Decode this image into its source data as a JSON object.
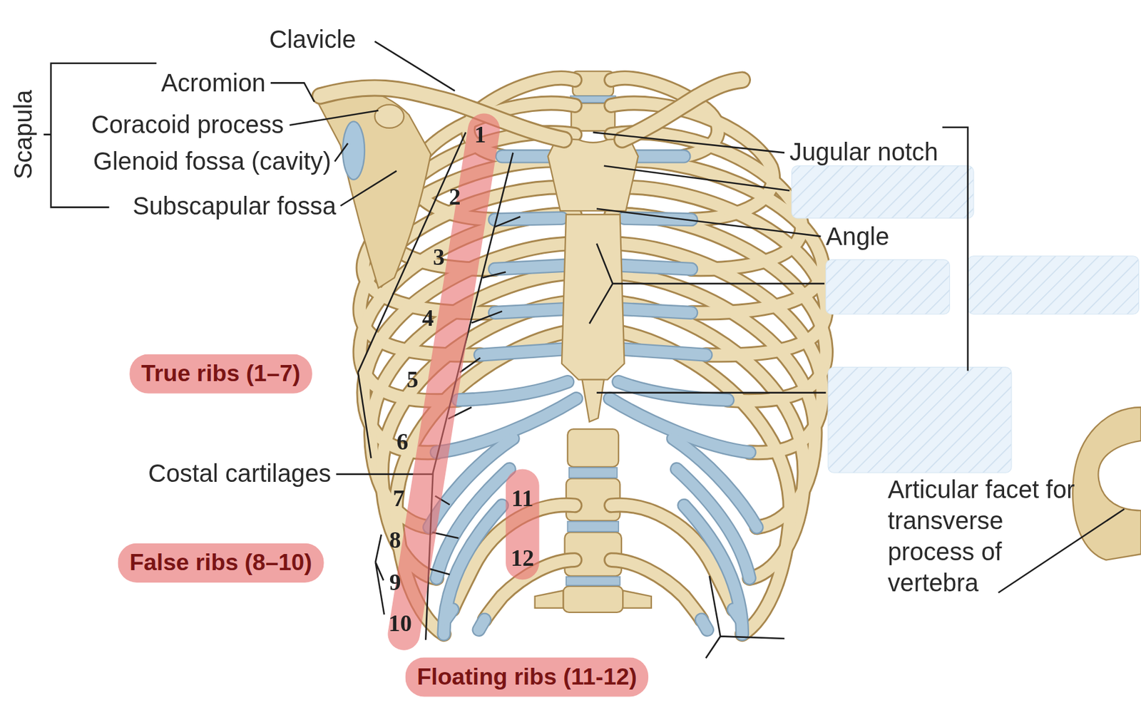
{
  "diagram": {
    "nodes": [
      {
        "text": [
          "1",
          "2",
          "3",
          "4",
          "5",
          "6",
          "7",
          "8",
          "9",
          "10"
        ]
      },
      {
        "text": [
          "True ribs (1–7)"
        ]
      },
      {
        "text": [
          "11",
          "12"
        ]
      },
      {
        "text": [
          "False ribs (8–10)"
        ]
      },
      {
        "text": [
          "Floating ribs (11-12)"
        ]
      }
    ],
    "labels": [
      "Clavicle",
      "Acromion",
      "Coracoid process",
      "Glenoid fossa (cavity)",
      "Subscapular fossa",
      "Scapula",
      "Jugular notch",
      "Angle",
      "Costal cartilages",
      "Articular facet for transverse process of vertebra"
    ]
  }
}
